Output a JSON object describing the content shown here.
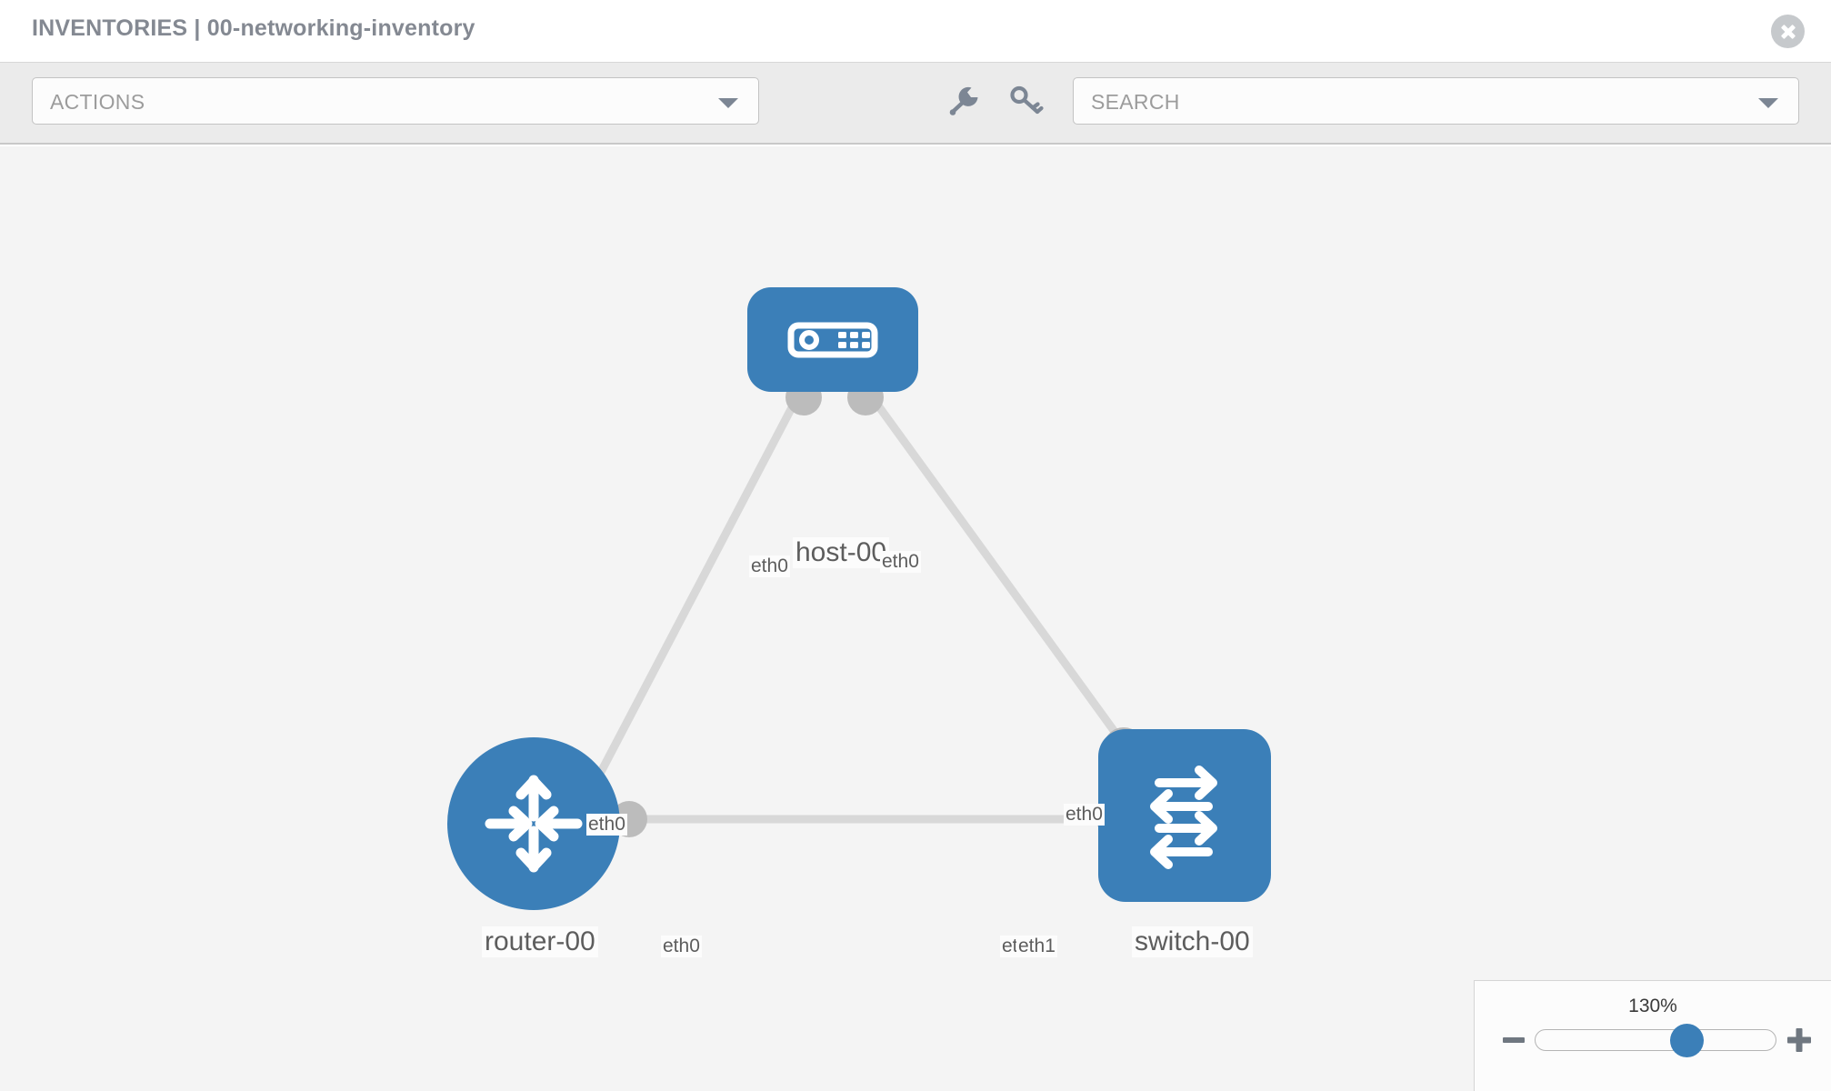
{
  "header": {
    "title": "INVENTORIES | 00-networking-inventory",
    "close_icon": "close-icon"
  },
  "toolbar": {
    "actions_label": "ACTIONS",
    "wrench_icon": "wrench-icon",
    "key_icon": "key-icon",
    "search_placeholder": "SEARCH"
  },
  "topology": {
    "nodes": [
      {
        "id": "host-00",
        "label": "host-00",
        "type": "host",
        "icon": "server-icon",
        "color": "#3b7fb8"
      },
      {
        "id": "router-00",
        "label": "router-00",
        "type": "router",
        "icon": "router-icon",
        "color": "#3b7fb8"
      },
      {
        "id": "switch-00",
        "label": "switch-00",
        "type": "switch",
        "icon": "switch-icon",
        "color": "#3b7fb8"
      }
    ],
    "edge_labels": {
      "host_left": "eth0",
      "host_right": "eth0",
      "router_top": "eth0",
      "switch_top": "eth0",
      "router_right": "eth0",
      "switch_left_a": "eth0",
      "switch_left_b": "eth1"
    },
    "link_color": "#d8d8d8",
    "handle_color": "#bcbcbc"
  },
  "zoom": {
    "value": "130%",
    "minus_label": "−",
    "plus_label": "+",
    "slider_percent": 56
  }
}
